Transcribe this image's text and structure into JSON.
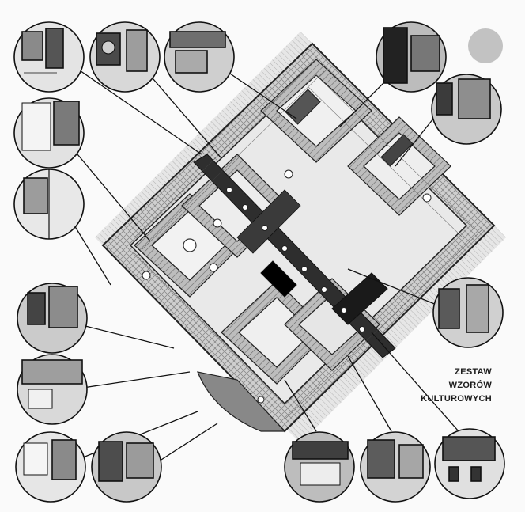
{
  "caption": {
    "line1": "ZESTAW",
    "line2": "WZORÓW",
    "line3": "KULTUROWYCH"
  },
  "colors": {
    "ink": "#1a1a1a",
    "paper": "#fafafa",
    "shade": "#9a9a9a",
    "dark": "#333333"
  }
}
